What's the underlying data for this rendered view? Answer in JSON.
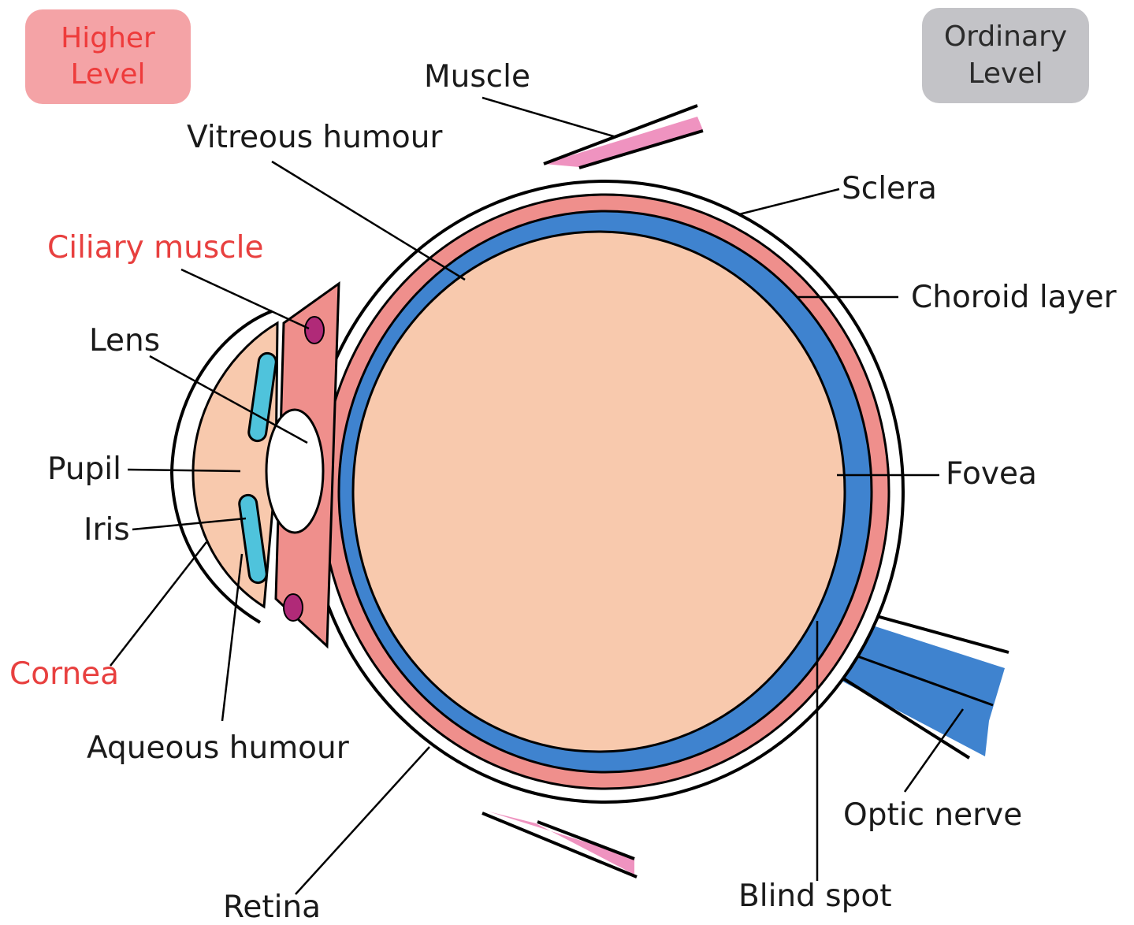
{
  "badges": {
    "higher": {
      "line1": "Higher",
      "line2": "Level"
    },
    "ordinary": {
      "line1": "Ordinary",
      "line2": "Level"
    }
  },
  "labels": {
    "muscle": "Muscle",
    "vitreous_humour": "Vitreous humour",
    "sclera": "Sclera",
    "ciliary_muscle": "Ciliary muscle",
    "choroid_layer": "Choroid layer",
    "lens": "Lens",
    "pupil": "Pupil",
    "iris": "Iris",
    "fovea": "Fovea",
    "cornea": "Cornea",
    "aqueous_humour": "Aqueous humour",
    "optic_nerve": "Optic nerve",
    "blind_spot": "Blind spot",
    "retina": "Retina"
  },
  "colors": {
    "higher_level_text": "#ee3b3b",
    "higher_level_badge": "#f4a3a6",
    "ordinary_level_badge": "#c3c3c7",
    "vitreous": "#f8c9ad",
    "choroid": "#ef8f8c",
    "retina": "#3f83cf",
    "iris": "#4fc3dc",
    "muscle": "#ef93c0",
    "ciliary_muscle": "#b02a78",
    "outline": "#000000"
  }
}
